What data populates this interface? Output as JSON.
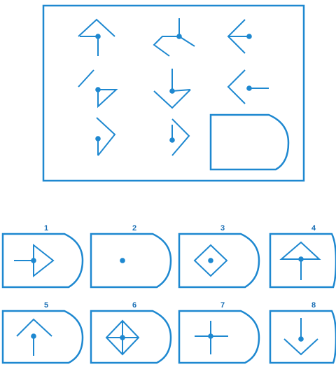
{
  "colors": {
    "stroke": "#1e88d0",
    "frame": "#1e88d0",
    "number": "#1a6fb5"
  },
  "question": {
    "title": "",
    "missing_cell": "blank-tile"
  },
  "options": [
    {
      "label": "1"
    },
    {
      "label": "2"
    },
    {
      "label": "3"
    },
    {
      "label": "4"
    },
    {
      "label": "5"
    },
    {
      "label": "6"
    },
    {
      "label": "7"
    },
    {
      "label": "8"
    }
  ]
}
